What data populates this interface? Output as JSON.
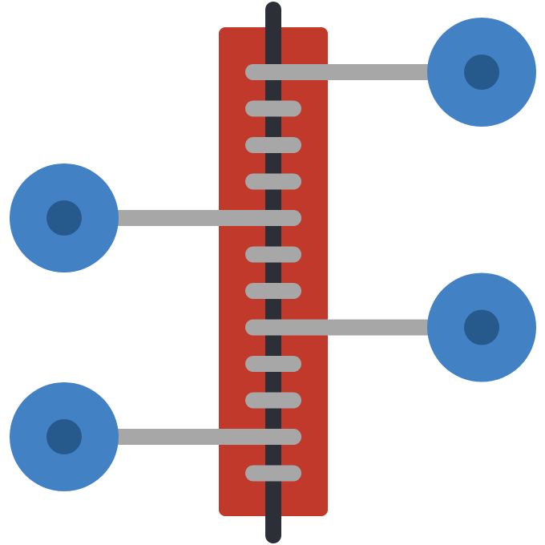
{
  "illustration": {
    "icon": "strand-node-diagram-icon",
    "colors": {
      "background": "#ffffff",
      "plate": "#c0392b",
      "spine": "#2c2f38",
      "rung": "#a7a7a7",
      "connector": "#a7a7a7",
      "node_outer": "#4281c4",
      "node_inner": "#275a8c"
    },
    "rung_count": 12,
    "node_count": 4,
    "nodes": [
      {
        "name": "node-top-right",
        "side": "right",
        "rung_index": 0
      },
      {
        "name": "node-upper-left",
        "side": "left",
        "rung_index": 4
      },
      {
        "name": "node-lower-right",
        "side": "right",
        "rung_index": 7
      },
      {
        "name": "node-bottom-left",
        "side": "left",
        "rung_index": 10
      }
    ]
  }
}
